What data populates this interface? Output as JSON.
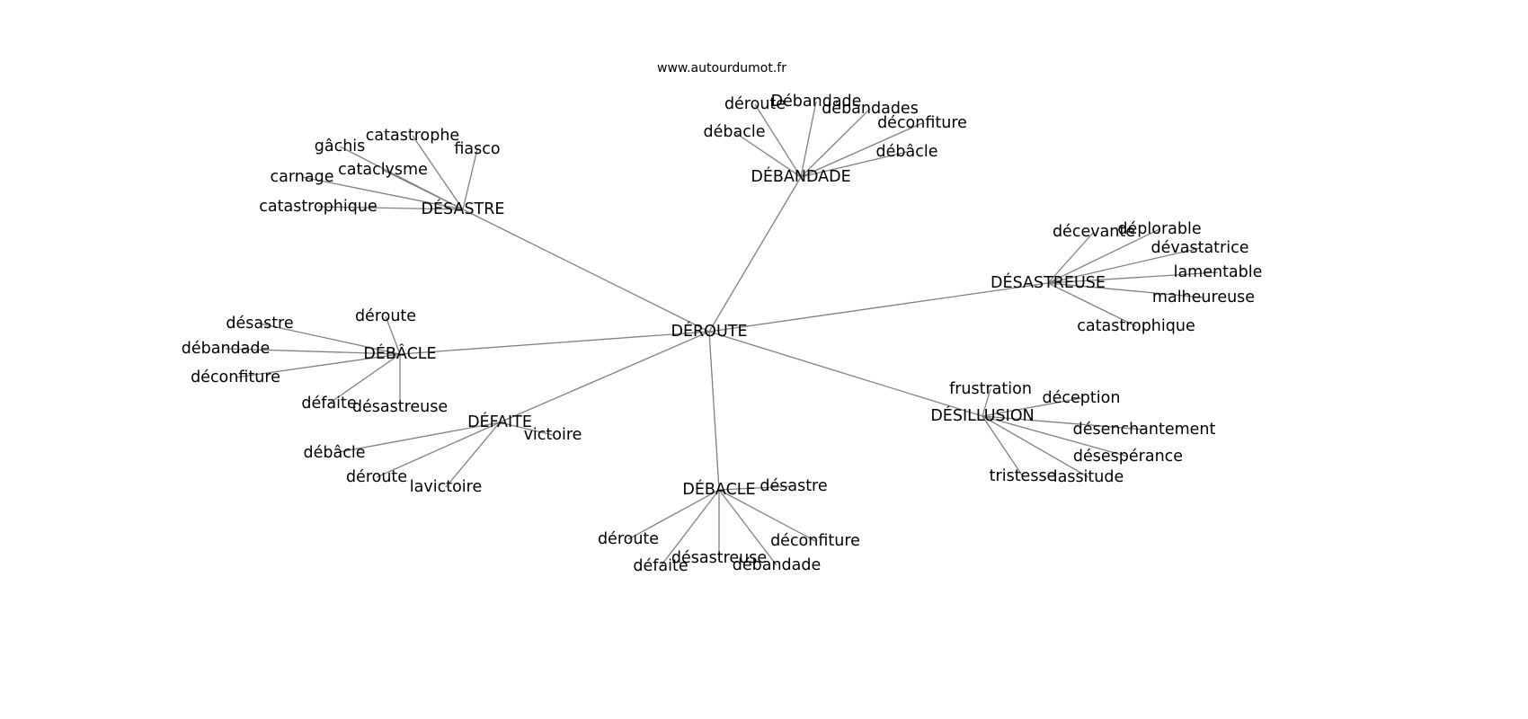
{
  "title": "www.autourdumot.fr",
  "edge_color": "#808080",
  "root": "DÉROUTE",
  "hubs": [
    {
      "label": "DÉSASTRE",
      "children": [
        "gâchis",
        "catastrophe",
        "fiasco",
        "cataclysme",
        "carnage",
        "catastrophique"
      ]
    },
    {
      "label": "DÉBANDADE",
      "children": [
        "déroute",
        "Débandade",
        "débandades",
        "déconfiture",
        "débacle",
        "débâcle"
      ]
    },
    {
      "label": "DÉSASTREUSE",
      "children": [
        "décevante",
        "déplorable",
        "dévastatrice",
        "lamentable",
        "malheureuse",
        "catastrophique"
      ]
    },
    {
      "label": "DÉSILLUSION",
      "children": [
        "frustration",
        "déception",
        "désenchantement",
        "désespérance",
        "tristesse",
        "lassitude"
      ]
    },
    {
      "label": "DÉBACLE",
      "children": [
        "désastre",
        "déroute",
        "défaite",
        "désastreuse",
        "débandade",
        "déconfiture"
      ]
    },
    {
      "label": "DÉFAITE",
      "children": [
        "victoire",
        "débâcle",
        "déroute",
        "lavictoire"
      ]
    },
    {
      "label": "DÉBÂCLE",
      "children": [
        "déroute",
        "désastre",
        "débandade",
        "déconfiture",
        "défaite",
        "désastreuse"
      ]
    }
  ]
}
